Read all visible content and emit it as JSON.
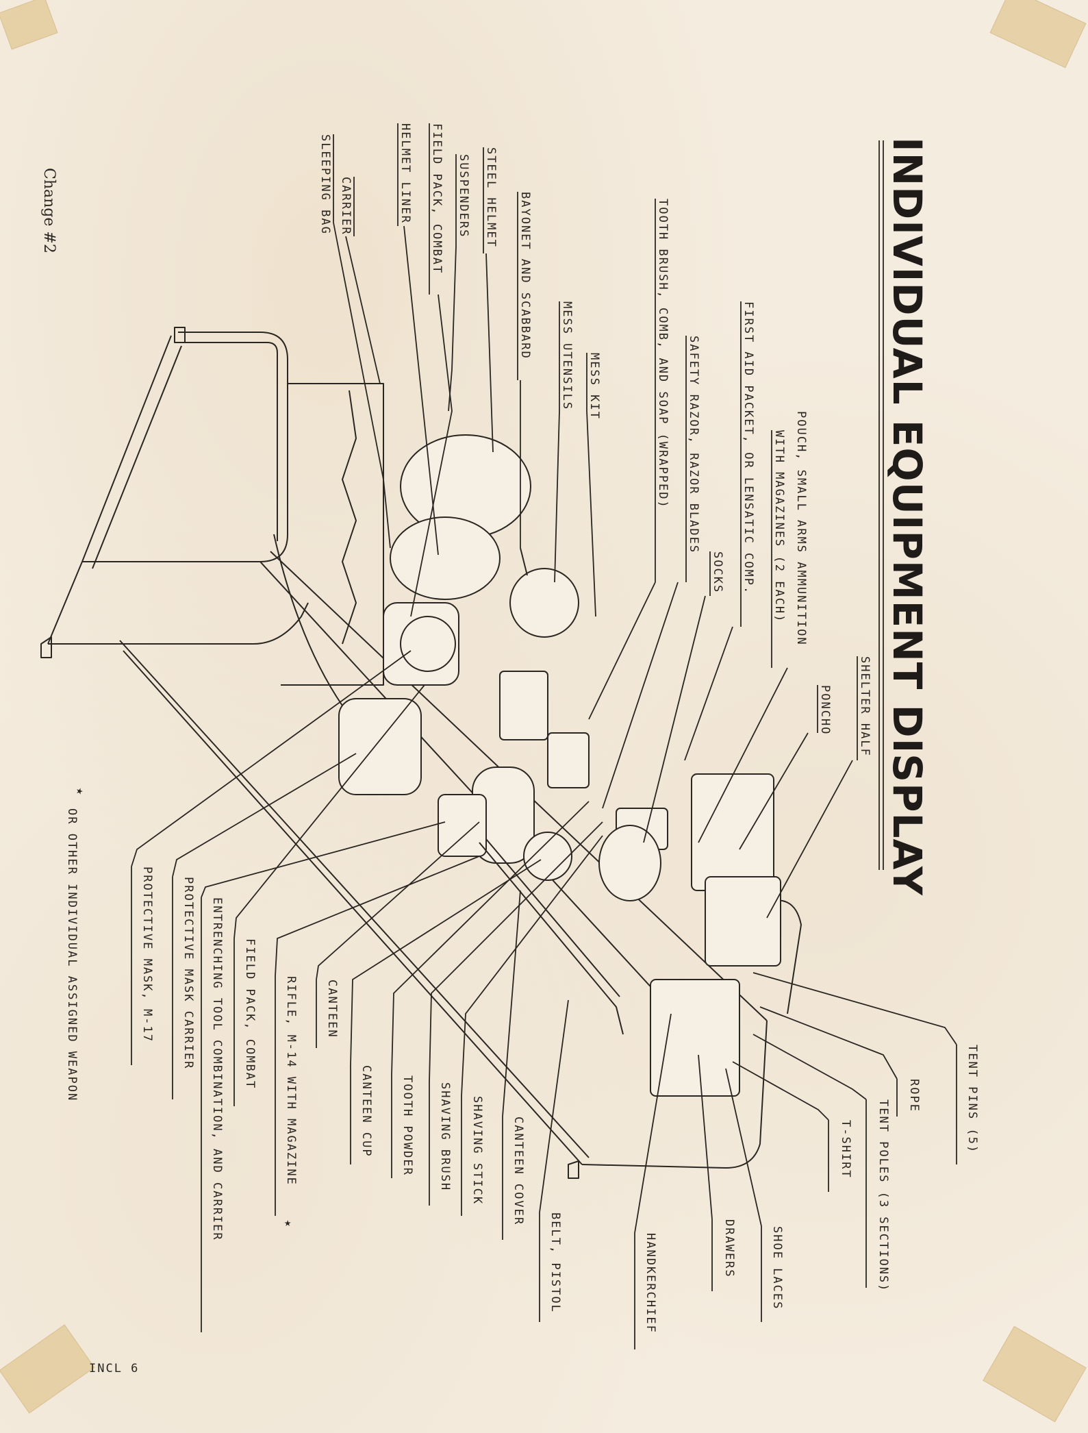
{
  "title": "INDIVIDUAL EQUIPMENT DISPLAY",
  "change_note": "Change #2",
  "footnote_star": "★",
  "footnote": "OR OTHER INDIVIDUAL ASSIGNED WEAPON",
  "enclosure": "INCL 6",
  "labels": {
    "sleeping_bag": "SLEEPING BAG",
    "carrier": "CARRIER",
    "helmet_liner": "HELMET LINER",
    "field_pack_combat_top": "FIELD PACK, COMBAT",
    "suspenders": "SUSPENDERS",
    "steel_helmet": "STEEL HELMET",
    "bayonet": "BAYONET AND SCABBARD",
    "mess_utensils": "MESS UTENSILS",
    "mess_kit": "MESS KIT",
    "tooth_brush": "TOOTH BRUSH, COMB, AND SOAP (WRAPPED)",
    "safety_razor": "SAFETY RAZOR, RAZOR BLADES",
    "socks": "SOCKS",
    "first_aid": "FIRST AID PACKET, OR LENSATIC COMP.",
    "pouch": "POUCH, SMALL ARMS AMMUNITION",
    "pouch_2": "WITH MAGAZINES (2 EACH)",
    "poncho": "PONCHO",
    "shelter_half": "SHELTER HALF",
    "tent_pins": "TENT PINS (5)",
    "rope": "ROPE",
    "tent_poles": "TENT POLES (3 SECTIONS)",
    "t_shirt": "T-SHIRT",
    "shoe_laces": "SHOE LACES",
    "drawers": "DRAWERS",
    "handkerchief": "HANDKERCHIEF",
    "belt_pistol": "BELT, PISTOL",
    "canteen_cover": "CANTEEN COVER",
    "shaving_stick": "SHAVING STICK",
    "shaving_brush": "SHAVING BRUSH",
    "tooth_powder": "TOOTH POWDER",
    "canteen_cup": "CANTEEN CUP",
    "rifle": "RIFLE, M-14 WITH MAGAZINE",
    "canteen": "CANTEEN",
    "field_pack_combat_bottom": "FIELD PACK, COMBAT",
    "entrenching_tool": "ENTRENCHING TOOL COMBINATION, AND CARRIER",
    "protective_mask_carrier": "PROTECTIVE MASK CARRIER",
    "protective_mask": "PROTECTIVE MASK, M-17"
  }
}
